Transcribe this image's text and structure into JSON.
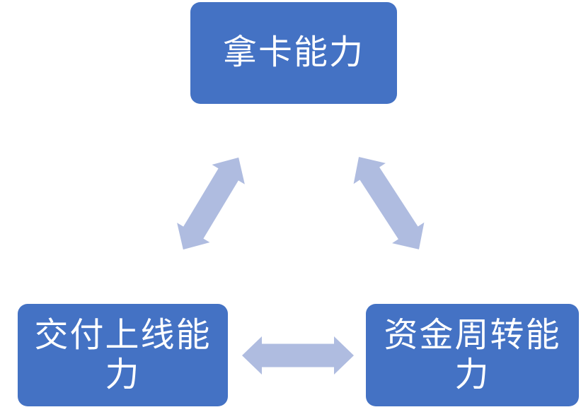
{
  "diagram": {
    "nodes": [
      {
        "id": "card-ability",
        "label": "拿卡能力"
      },
      {
        "id": "delivery-launch-ability",
        "label": "交付上线能力"
      },
      {
        "id": "capital-turnover-ability",
        "label": "资金周转能力"
      }
    ],
    "edges": [
      {
        "from": "拿卡能力",
        "to": "交付上线能力",
        "style": "double-arrow"
      },
      {
        "from": "拿卡能力",
        "to": "资金周转能力",
        "style": "double-arrow"
      },
      {
        "from": "交付上线能力",
        "to": "资金周转能力",
        "style": "double-arrow"
      }
    ],
    "colors": {
      "node_fill": "#4472C4",
      "node_text": "#FFFFFF",
      "arrow_fill": "#AFBCE0",
      "background": "#FFFFFF"
    }
  }
}
